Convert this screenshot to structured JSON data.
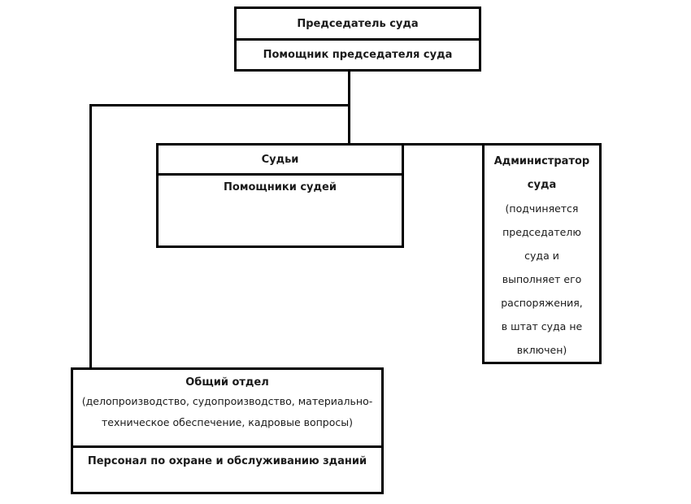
{
  "colors": {
    "background": "#ffffff",
    "line": "#000000",
    "text": "#1a1a1a"
  },
  "boxes": {
    "chairman": {
      "row1": "Председатель суда",
      "row2": "Помощник председателя суда"
    },
    "judges": {
      "row1": "Судьи",
      "row2": "Помощники судей"
    },
    "admin": {
      "title": "Администратор суда",
      "note_lines": [
        "(подчиняется",
        "председателю",
        "суда и",
        "выполняет его",
        "распоряжения,",
        "в штат суда не",
        "включен)"
      ]
    },
    "general": {
      "title": "Общий отдел",
      "note_lines": [
        "(делопроизводство, судопроизводство, материально-",
        "техническое обеспечение, кадровые вопросы)"
      ],
      "row2": "Персонал по охране и обслуживанию зданий"
    }
  }
}
